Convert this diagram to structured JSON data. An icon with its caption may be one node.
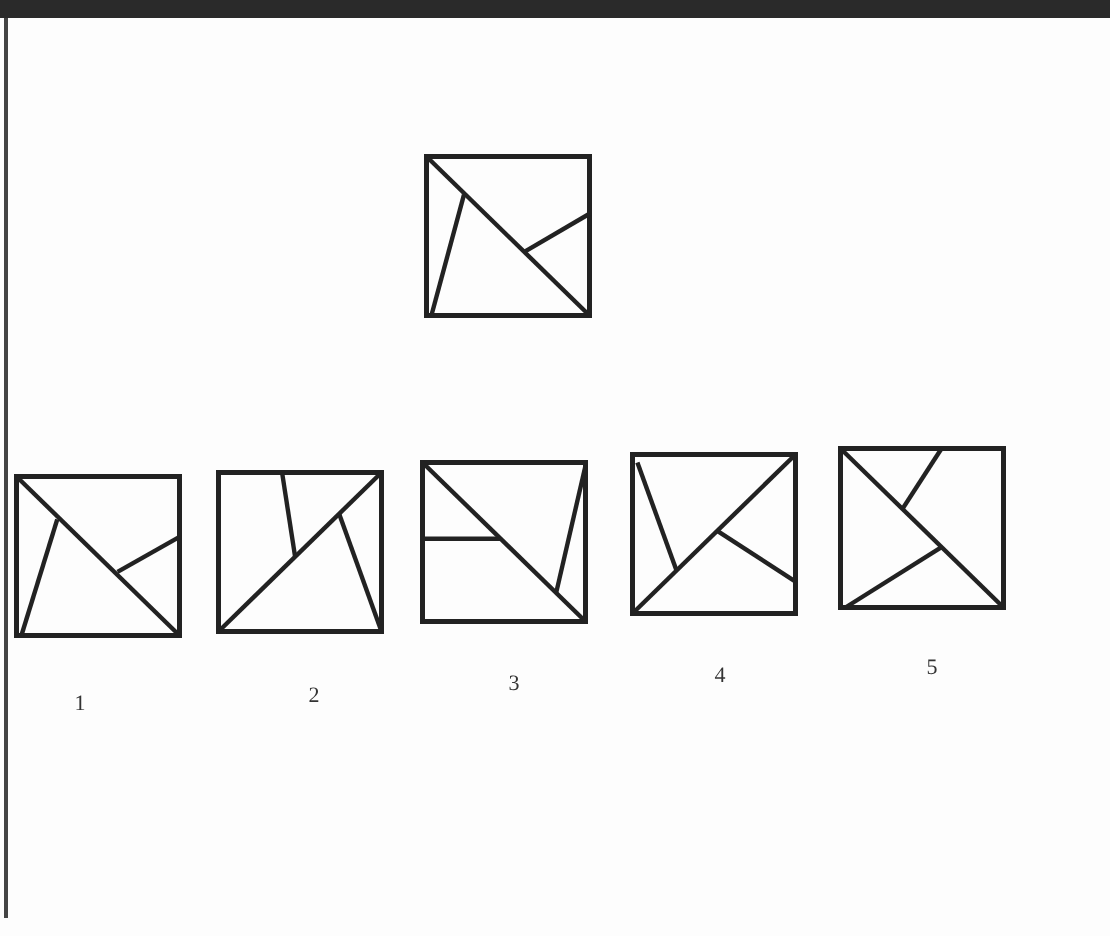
{
  "diagram": {
    "nodes": [
      {
        "text": [],
        "shape": "box"
      },
      {
        "text": [],
        "shape": "box",
        "beside": [
          "1"
        ]
      },
      {
        "text": [],
        "shape": "box",
        "beside": [
          "2"
        ]
      },
      {
        "text": [],
        "shape": "box",
        "beside": [
          "3"
        ]
      },
      {
        "text": [],
        "shape": "box",
        "beside": [
          "4"
        ]
      },
      {
        "text": [],
        "shape": "box",
        "beside": [
          "5"
        ]
      }
    ]
  }
}
